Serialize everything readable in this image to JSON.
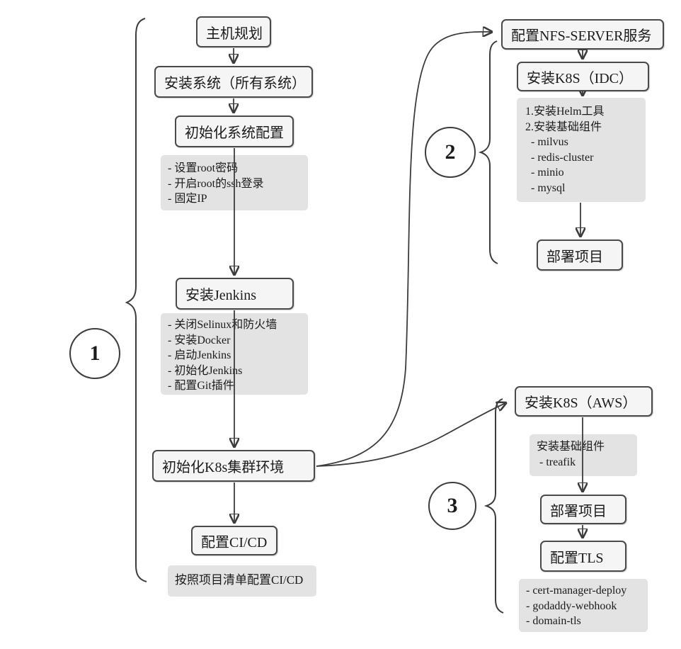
{
  "diagram_title": "K8s deployment planning flowchart",
  "colors": {
    "box_background": "#f5f5f5",
    "box_border": "#4a4a4a",
    "note_background": "#e3e3e3",
    "line": "#3c3c3c",
    "text": "#1b1b1b",
    "canvas": "#ffffff"
  },
  "groups": {
    "g1": {
      "number": "1"
    },
    "g2": {
      "number": "2"
    },
    "g3": {
      "number": "3"
    }
  },
  "nodes": {
    "host_plan": {
      "label": "主机规划"
    },
    "install_os": {
      "label": "安装系统（所有系统）"
    },
    "init_system": {
      "label": "初始化系统配置"
    },
    "install_jenkins": {
      "label": "安装Jenkins"
    },
    "init_k8s_env": {
      "label": "初始化K8s集群环境"
    },
    "config_cicd": {
      "label": "配置CI/CD"
    },
    "config_nfs": {
      "label": "配置NFS-SERVER服务"
    },
    "install_k8s_idc": {
      "label": "安装K8S（IDC）"
    },
    "deploy_project_idc": {
      "label": "部署项目"
    },
    "install_k8s_aws": {
      "label": "安装K8S（AWS）"
    },
    "deploy_project_aws": {
      "label": "部署项目"
    },
    "config_tls": {
      "label": "配置TLS"
    }
  },
  "notes": {
    "init_system_note": {
      "text": "- 设置root密码\n- 开启root的ssh登录\n- 固定IP"
    },
    "jenkins_note": {
      "text": "- 关闭Selinux和防火墙\n- 安装Docker\n- 启动Jenkins\n- 初始化Jenkins\n- 配置Git插件"
    },
    "cicd_note": {
      "text": "按照项目清单配置CI/CD"
    },
    "idc_note": {
      "text": "1.安装Helm工具\n2.安装基础组件\n  - milvus\n  - redis-cluster\n  - minio\n  - mysql"
    },
    "aws_note": {
      "text": "安装基础组件\n - treafik"
    },
    "tls_note": {
      "text": "- cert-manager-deploy\n- godaddy-webhook\n- domain-tls"
    }
  }
}
